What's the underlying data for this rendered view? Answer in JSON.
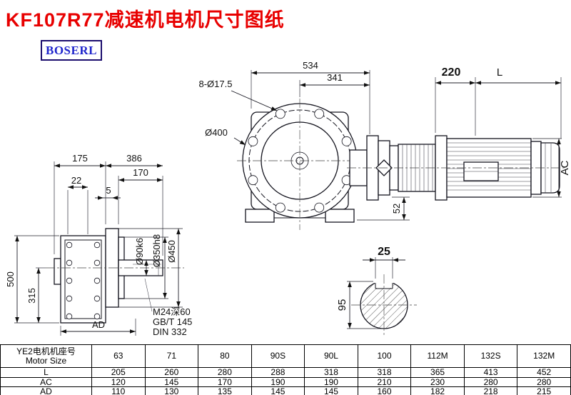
{
  "page": {
    "title": "KF107R77减速机电机尺寸图纸",
    "logo_text": "BOSERL"
  },
  "front_view": {
    "dim_534": "534",
    "dim_341": "341",
    "bolt_holes_label": "8-Ø17.5",
    "flange_dia_label": "Ø400",
    "dim_52": "52"
  },
  "motor_view": {
    "dim_220": "220",
    "dim_motor_length": "L",
    "dim_motor_dia": "AC"
  },
  "side_view": {
    "dim_175": "175",
    "dim_386": "386",
    "dim_170": "170",
    "dim_22": "22",
    "dim_5": "5",
    "dim_500": "500",
    "dim_315": "315",
    "shaft_dia_label": "Ø90k6",
    "spigot_dia_label": "Ø350h8",
    "flange_od_label": "Ø450",
    "dim_AD": "AD",
    "note_tap": "M24深60",
    "note_gbt": "GB/T 145",
    "note_din": "DIN 332"
  },
  "key_section": {
    "dim_25": "25",
    "dim_95": "95"
  },
  "table": {
    "header_cn": "YE2电机机座号",
    "header_en": "Motor Size",
    "sizes": [
      "63",
      "71",
      "80",
      "90S",
      "90L",
      "100",
      "112M",
      "132S",
      "132M"
    ],
    "rows": [
      {
        "label": "L",
        "values": [
          "205",
          "260",
          "280",
          "288",
          "318",
          "318",
          "365",
          "413",
          "452"
        ]
      },
      {
        "label": "AC",
        "values": [
          "120",
          "145",
          "170",
          "190",
          "190",
          "210",
          "230",
          "280",
          "280"
        ]
      },
      {
        "label": "AD",
        "values": [
          "110",
          "130",
          "135",
          "145",
          "145",
          "160",
          "182",
          "218",
          "215"
        ]
      }
    ]
  }
}
